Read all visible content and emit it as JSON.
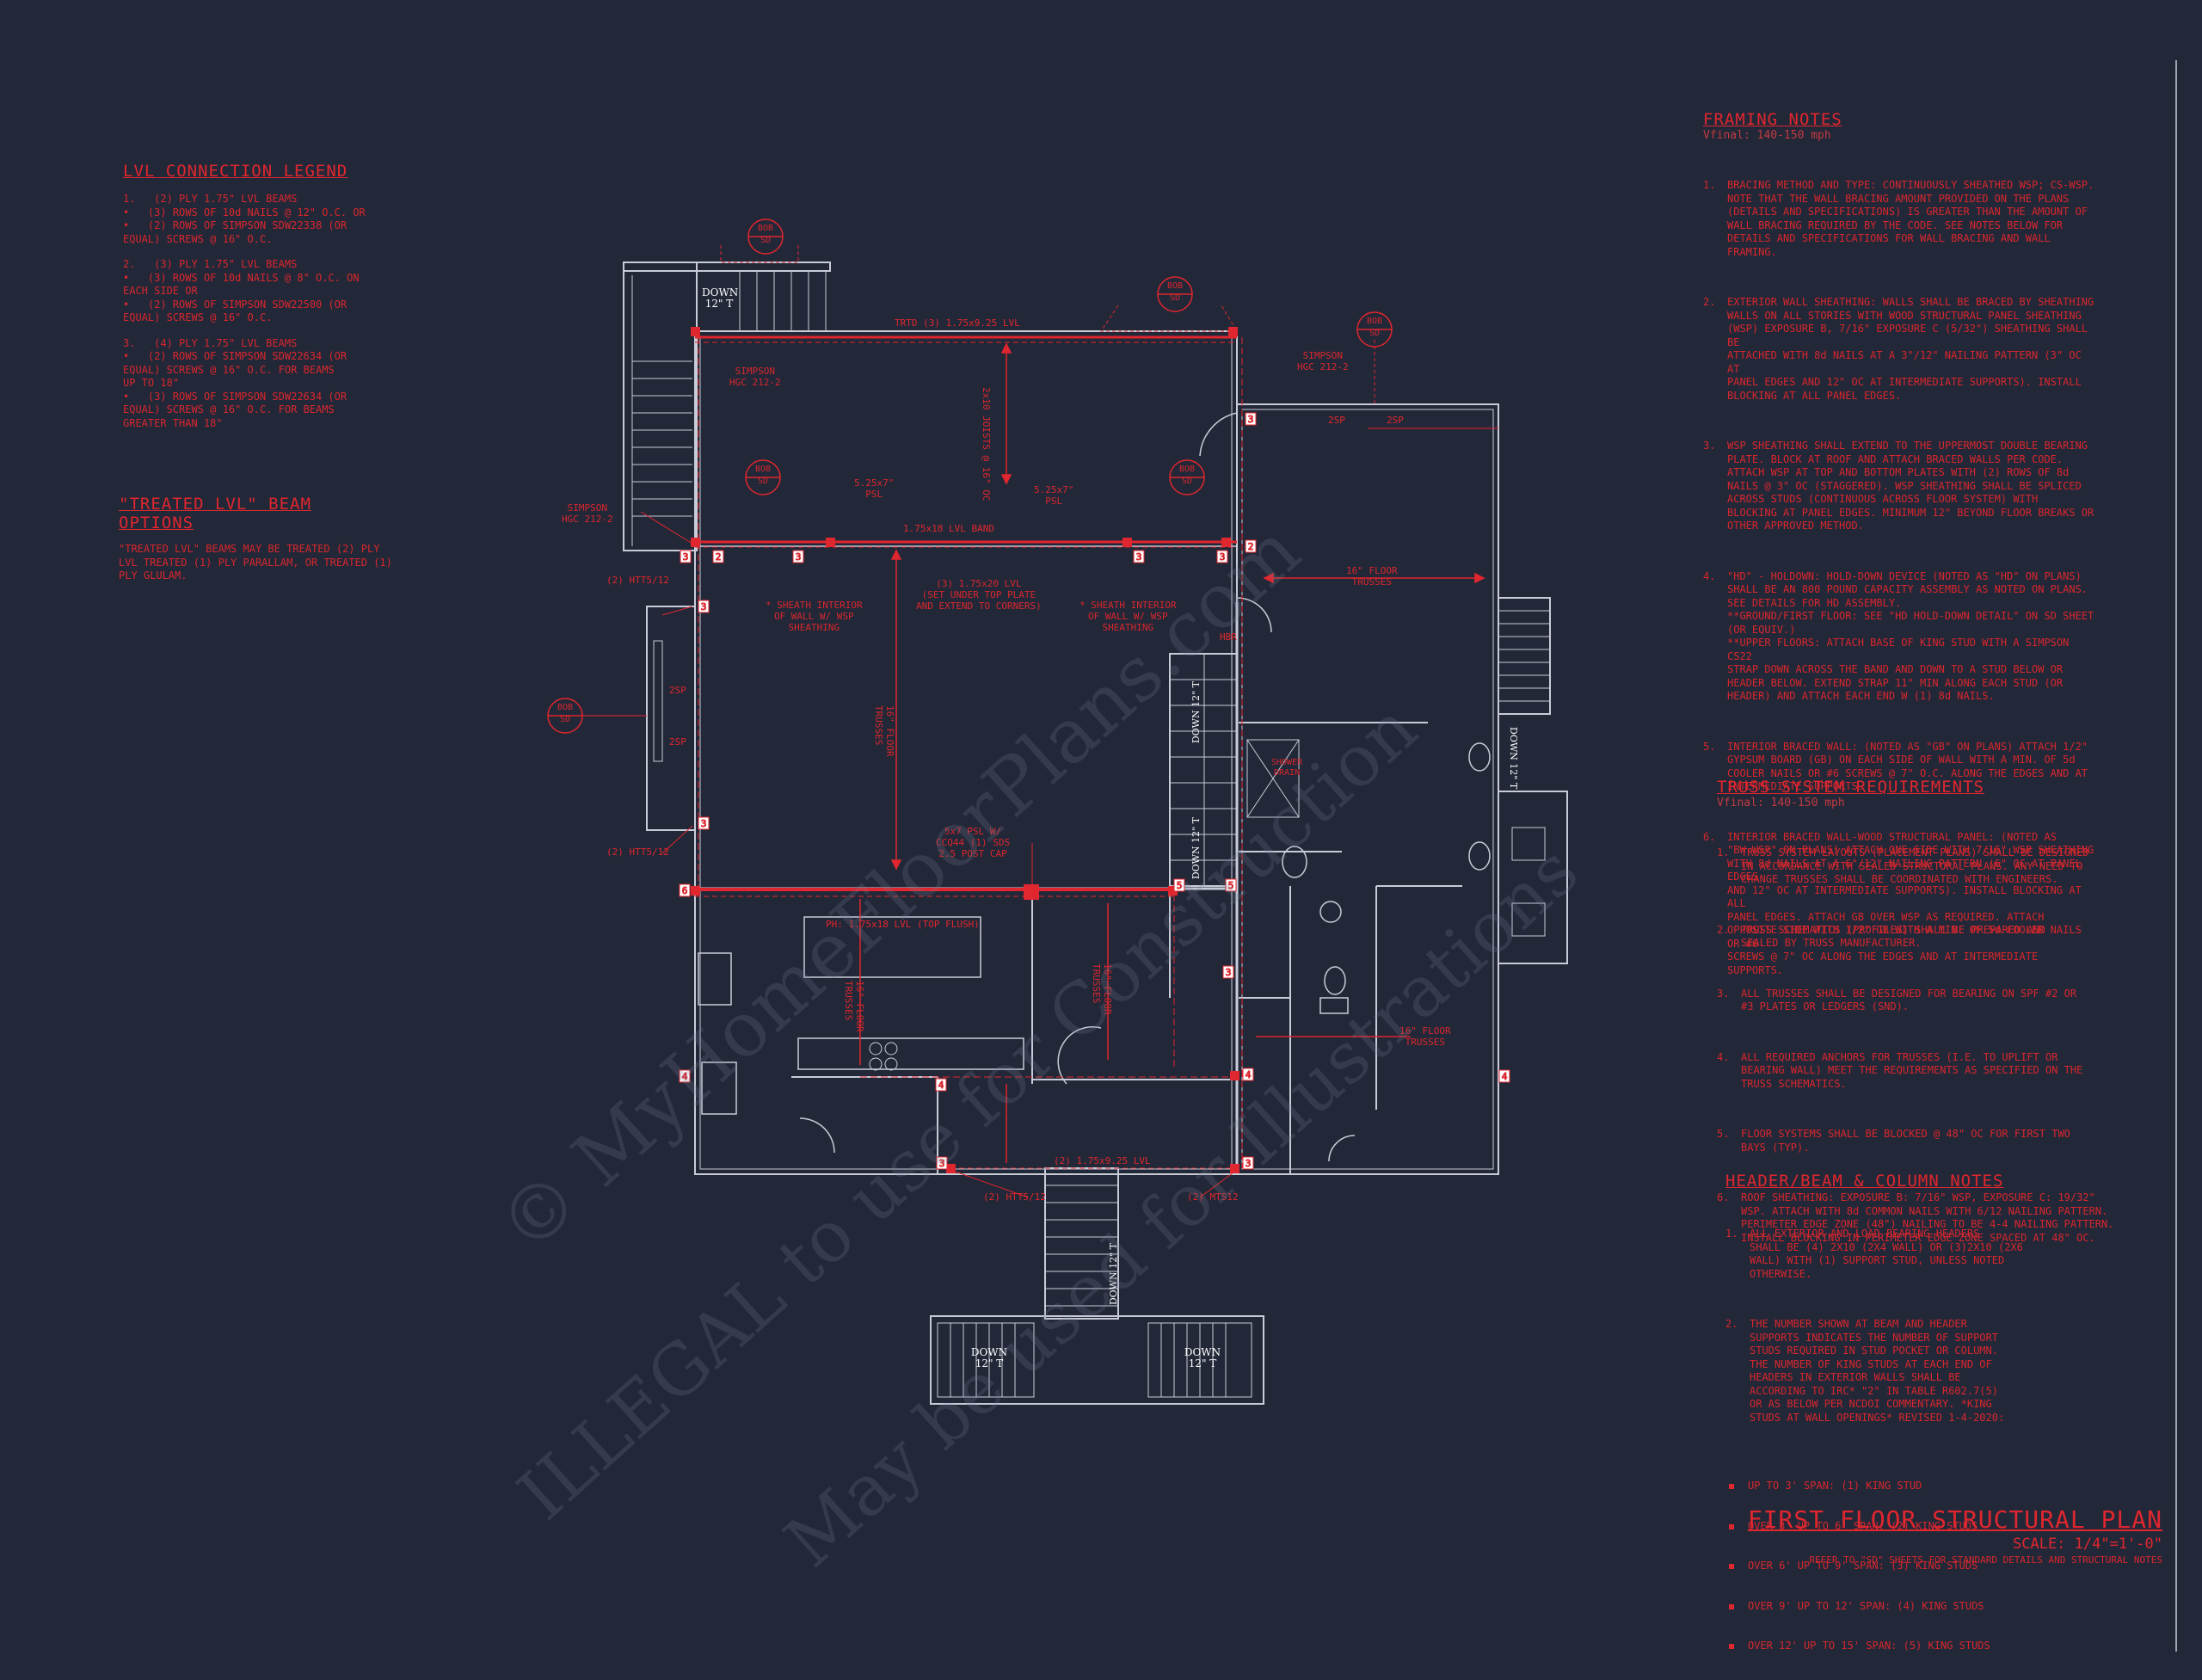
{
  "lvl_legend": {
    "title": "LVL CONNECTION LEGEND",
    "groups": [
      {
        "items": [
          {
            "n": "1.",
            "text": "(2) PLY 1.75\" LVL BEAMS"
          },
          {
            "n": "•",
            "text": "(3) ROWS OF 10d NAILS @ 12\" O.C. OR"
          },
          {
            "n": "•",
            "text": "(2) ROWS OF SIMPSON SDW22338 (OR\nEQUAL) SCREWS @ 16\" O.C."
          }
        ]
      },
      {
        "items": [
          {
            "n": "2.",
            "text": "(3) PLY 1.75\" LVL BEAMS"
          },
          {
            "n": "•",
            "text": "(3) ROWS OF 10d NAILS @ 8\" O.C. ON\nEACH SIDE OR"
          },
          {
            "n": "•",
            "text": "(2) ROWS OF SIMPSON SDW22500 (OR\nEQUAL) SCREWS @ 16\" O.C."
          }
        ]
      },
      {
        "items": [
          {
            "n": "3.",
            "text": "(4) PLY 1.75\" LVL BEAMS"
          },
          {
            "n": "•",
            "text": "(2) ROWS OF SIMPSON SDW22634 (OR\nEQUAL) SCREWS @ 16\" O.C. FOR BEAMS\nUP TO 18\""
          },
          {
            "n": "•",
            "text": "(3) ROWS OF SIMPSON SDW22634 (OR\nEQUAL) SCREWS @ 16\" O.C. FOR BEAMS\nGREATER THAN 18\""
          }
        ]
      }
    ]
  },
  "treated_lvl": {
    "title": "\"TREATED LVL\" BEAM OPTIONS",
    "text": "\"TREATED LVL\" BEAMS MAY BE TREATED (2) PLY\nLVL TREATED (1) PLY PARALLAM, OR TREATED (1)\nPLY GLULAM."
  },
  "framing_notes": {
    "title": "FRAMING NOTES",
    "sub": "Vfinal: 140-150 mph",
    "items": [
      {
        "n": "1.",
        "text": "BRACING METHOD AND TYPE: CONTINUOUSLY SHEATHED WSP; CS-WSP.\nNOTE THAT THE WALL BRACING AMOUNT PROVIDED ON THE PLANS\n(DETAILS AND SPECIFICATIONS) IS GREATER THAN THE AMOUNT OF\nWALL BRACING REQUIRED BY THE CODE. SEE NOTES BELOW FOR\nDETAILS AND SPECIFICATIONS FOR WALL BRACING AND WALL\nFRAMING."
      },
      {
        "n": "2.",
        "text": "EXTERIOR WALL SHEATHING: WALLS SHALL BE BRACED BY SHEATHING\nWALLS ON ALL STORIES WITH WOOD STRUCTURAL PANEL SHEATHING\n(WSP) EXPOSURE B, 7/16\" EXPOSURE C (5/32\") SHEATHING SHALL BE\nATTACHED WITH 8d NAILS AT A 3\"/12\" NAILING PATTERN (3\" OC AT\nPANEL EDGES AND 12\" OC AT INTERMEDIATE SUPPORTS). INSTALL\nBLOCKING AT ALL PANEL EDGES."
      },
      {
        "n": "3.",
        "text": "WSP SHEATHING SHALL EXTEND TO THE UPPERMOST DOUBLE BEARING\nPLATE. BLOCK AT ROOF AND ATTACH BRACED WALLS PER CODE.\nATTACH WSP AT TOP AND BOTTOM PLATES WITH (2) ROWS OF 8d\nNAILS @ 3\" OC (STAGGERED). WSP SHEATHING SHALL BE SPLICED\nACROSS STUDS (CONTINUOUS ACROSS FLOOR SYSTEM) WITH\nBLOCKING AT PANEL EDGES. MINIMUM 12\" BEYOND FLOOR BREAKS OR\nOTHER APPROVED METHOD."
      },
      {
        "n": "4.",
        "text": "\"HD\" - HOLDOWN: HOLD-DOWN DEVICE (NOTED AS \"HD\" ON PLANS)\nSHALL BE AN 800 POUND CAPACITY ASSEMBLY AS NOTED ON PLANS.\nSEE DETAILS FOR HD ASSEMBLY.\n**GROUND/FIRST FLOOR: SEE \"HD HOLD-DOWN DETAIL\" ON SD SHEET\n(OR EQUIV.)\n**UPPER FLOORS: ATTACH BASE OF KING STUD WITH A SIMPSON CS22\nSTRAP DOWN ACROSS THE BAND AND DOWN TO A STUD BELOW OR\nHEADER BELOW. EXTEND STRAP 11\" MIN ALONG EACH STUD (OR\nHEADER) AND ATTACH EACH END W (1) 8d NAILS."
      },
      {
        "n": "5.",
        "text": "INTERIOR BRACED WALL: (NOTED AS \"GB\" ON PLANS) ATTACH 1/2\"\nGYPSUM BOARD (GB) ON EACH SIDE OF WALL WITH A MIN. OF 5d\nCOOLER NAILS OR #6 SCREWS @ 7\" O.C. ALONG THE EDGES AND AT\nINTERMEDIATE SUPPORTS."
      },
      {
        "n": "6.",
        "text": "INTERIOR BRACED WALL-WOOD STRUCTURAL PANEL: (NOTED AS\n\"BW-WSP\" ON PLANS) ATTACH ONE SIDE WITH 7/16\" WSP SHEATHING\nWITH 8d NAILS AT A 6\"/12\" NAILING PATTERN (6\" OC AT PANEL EDGES\nAND 12\" OC AT INTERMEDIATE SUPPORTS). INSTALL BLOCKING AT ALL\nPANEL EDGES. ATTACH GB OVER WSP AS REQUIRED. ATTACH\nOPPOSITE SIDE WITH 1/2\" GB WITH A MIN. OF 5d COOLER NAILS OR #6\nSCREWS @ 7\" OC ALONG THE EDGES AND AT INTERMEDIATE\nSUPPORTS."
      }
    ]
  },
  "truss_req": {
    "title": "TRUSS SYSTEM REQUIREMENTS",
    "sub": "Vfinal: 140-150 mph",
    "items": [
      {
        "n": "1.",
        "text": "TRUSS SYSTEM LAYOUTS (PLACEMENT PLANS) SHALL BE DESIGNED\nIN ACCORDANCE WITH SEALED STRUCTURAL PLANS. ANY NEED TO\nCHANGE TRUSSES SHALL BE COORDINATED WITH ENGINEERS."
      },
      {
        "n": "2.",
        "text": "TRUSS SCHEMATICS (PROFILES) SHALL BE PREPARED AND\nSEALED BY TRUSS MANUFACTURER."
      },
      {
        "n": "3.",
        "text": "ALL TRUSSES SHALL BE DESIGNED FOR BEARING ON SPF #2 OR\n#3 PLATES OR LEDGERS (SND)."
      },
      {
        "n": "4.",
        "text": "ALL REQUIRED ANCHORS FOR TRUSSES (I.E. TO UPLIFT OR\nBEARING WALL) MEET THE REQUIREMENTS AS SPECIFIED ON THE\nTRUSS SCHEMATICS."
      },
      {
        "n": "5.",
        "text": "FLOOR SYSTEMS SHALL BE BLOCKED @ 48\" OC FOR FIRST TWO\nBAYS (TYP)."
      },
      {
        "n": "6.",
        "text": "ROOF SHEATHING: EXPOSURE B: 7/16\" WSP, EXPOSURE C: 19/32\"\nWSP. ATTACH WITH 8d COMMON NAILS WITH 6/12 NAILING PATTERN.\nPERIMETER EDGE ZONE (48\") NAILING TO BE 4-4 NAILING PATTERN.\nINSTALL BLOCKING IN PERIMETER EDGE ZONE SPACED AT 48\" OC."
      }
    ]
  },
  "header_notes": {
    "title": "HEADER/BEAM & COLUMN NOTES",
    "items": [
      {
        "n": "1.",
        "text": "ALL EXTERIOR AND LOAD BEARING HEADERS\nSHALL BE (4) 2X10 (2X4 WALL) OR (3)2X10 (2X6\nWALL) WITH (1) SUPPORT STUD, UNLESS NOTED\nOTHERWISE."
      },
      {
        "n": "2.",
        "text": "THE NUMBER SHOWN AT BEAM AND HEADER\nSUPPORTS INDICATES THE NUMBER OF SUPPORT\nSTUDS REQUIRED IN STUD POCKET OR COLUMN.\nTHE NUMBER OF KING STUDS AT EACH END OF\nHEADERS IN EXTERIOR WALLS SHALL BE\nACCORDING TO IRC* \"2\" IN TABLE R602.7(5)\nOR AS BELOW PER NCDOI COMMENTARY. *KING\nSTUDS AT WALL OPENINGS* REVISED 1-4-2020:"
      }
    ],
    "bullets": [
      "UP TO 3' SPAN: (1) KING STUD",
      "OVER 3' UP TO 6' SPAN: (2) KING STUDS",
      "OVER 6' UP TO 9' SPAN: (3) KING STUDS",
      "OVER 9' UP TO 12' SPAN: (4) KING STUDS",
      "OVER 12' UP TO 15' SPAN: (5) KING STUDS"
    ]
  },
  "title_block": {
    "title": "FIRST FLOOR STRUCTURAL PLAN",
    "scale": "SCALE: 1/4\"=1'-0\"",
    "refer": "REFER TO \"SD\" SHEETS FOR STANDARD DETAILS AND STRUCTURAL NOTES"
  },
  "plan_labels": {
    "down": "DOWN",
    "riser": "12\" T",
    "beam_top": "TRTD (3) 1.75x9.25 LVL",
    "beam_mid": "1.75x18 LVL BAND",
    "beam_mid2": "(3) 1.75x20 LVL\n(SET UNDER TOP PLATE\nAND EXTEND TO CORNERS)",
    "beam_low": "PH: 1.75x18 LVL (TOP FLUSH)",
    "beam_bot": "(2) 1.75x9.25 LVL",
    "psl_left": "5.25x7\"\nPSL",
    "psl_right": "5.25x7\"\nPSL",
    "simpson_left": "SIMPSON\nHGC 212-2",
    "simpson_left2": "SIMPSON\nHGC 212-2",
    "simpson_right": "SIMPSON\nHGC 212-2",
    "sheath_left": "* SHEATH INTERIOR\nOF WALL W/ WSP\nSHEATHING",
    "sheath_right": "* SHEATH INTERIOR\nOF WALL W/ WSP\nSHEATHING",
    "psl_post": "5x7 PSL W/\nCCQ44 (1) SDS\n2.5 POST CAP",
    "hd_2_top": "(2) HTT5/12",
    "hd_2_bot": "(2) HTT5/12",
    "hd_bot_left": "(2) HTT5/12",
    "hd_bot_right": "(2) MTS12",
    "truss_right": "16\" FLOOR\nTRUSSES",
    "truss_right2": "16\" FLOOR\nTRUSSES",
    "truss_center": "16\" FLOOR\nTRUSSES",
    "truss_kitchen": "16\" FLOOR\nTRUSSES",
    "truss_dining": "16\" FLOOR\nTRUSSES",
    "joists": "2x10 JOISTS @ 16\" OC",
    "bubble_a": "BOB\nSD",
    "bubble_b": "BOB\nSD",
    "bubble_c": "BOB\nSD",
    "bubble_d": "BOB\nSD",
    "bubble_e": "BOB\nSD",
    "bubble_f": "BOB\nSD",
    "window_a": "2SP",
    "window_b": "2SP",
    "window_c": "2SP",
    "window_d": "2SP",
    "shower": "SHOWER\nDRAIN",
    "hbr": "HBR"
  },
  "watermark": {
    "line1": "© MyHomeFloorPlans.com",
    "line2": "ILLEGAL to use for Construction",
    "line3": "May be used for Illustrations"
  }
}
